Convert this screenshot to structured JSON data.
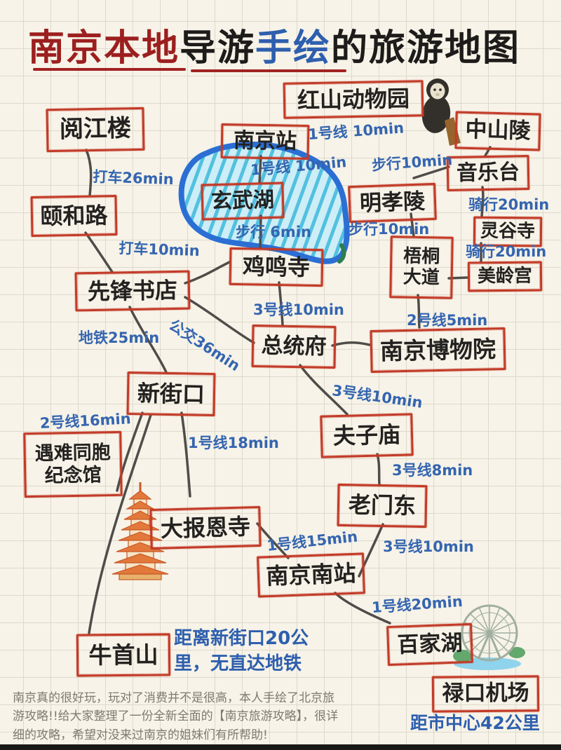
{
  "title": {
    "part1": "南京本地",
    "part2": "导游",
    "part3": "手绘",
    "part4": "的旅游地图"
  },
  "locations": [
    {
      "id": "yuejianglou",
      "label": "阅江楼"
    },
    {
      "id": "nanjing-station",
      "label": "南京站"
    },
    {
      "id": "hongshan-zoo",
      "label": "红山动物园"
    },
    {
      "id": "zhongshanling",
      "label": "中山陵"
    },
    {
      "id": "yinyuetai",
      "label": "音乐台"
    },
    {
      "id": "xuanwuhu",
      "label": "玄武湖"
    },
    {
      "id": "mingxiaoling",
      "label": "明孝陵"
    },
    {
      "id": "linggusi",
      "label": "灵谷寺"
    },
    {
      "id": "wutong-avenue",
      "label": "梧桐\n大道"
    },
    {
      "id": "meilinggong",
      "label": "美龄宫"
    },
    {
      "id": "yihe-road",
      "label": "颐和路"
    },
    {
      "id": "jimingsi",
      "label": "鸡鸣寺"
    },
    {
      "id": "xianfeng-bookstore",
      "label": "先锋书店"
    },
    {
      "id": "zongtongfu",
      "label": "总统府"
    },
    {
      "id": "nanjing-museum",
      "label": "南京博物院"
    },
    {
      "id": "xinjiekou",
      "label": "新街口"
    },
    {
      "id": "memorial-hall",
      "label": "遇难同胞\n纪念馆"
    },
    {
      "id": "fuzimiao",
      "label": "夫子庙"
    },
    {
      "id": "laomendong",
      "label": "老门东"
    },
    {
      "id": "dabaoensi",
      "label": "大报恩寺"
    },
    {
      "id": "nanjing-south-station",
      "label": "南京南站"
    },
    {
      "id": "baijiahu",
      "label": "百家湖"
    },
    {
      "id": "niushoushan",
      "label": "牛首山"
    },
    {
      "id": "lukou-airport",
      "label": "禄口机场"
    }
  ],
  "routes": [
    {
      "text": "1号线 10min",
      "from": "南京站",
      "to": "红山动物园"
    },
    {
      "text": "打车26min",
      "from": "阅江楼",
      "to": "颐和路"
    },
    {
      "text": "1号线 10min",
      "from": "南京站",
      "to": "玄武湖"
    },
    {
      "text": "步行10min",
      "from": "明孝陵",
      "to": "音乐台"
    },
    {
      "text": "骑行20min",
      "from": "音乐台",
      "to": "灵谷寺"
    },
    {
      "text": "步行 6min",
      "from": "玄武湖",
      "to": "鸡鸣寺"
    },
    {
      "text": "步行10min",
      "from": "明孝陵",
      "to": "梧桐大道"
    },
    {
      "text": "骑行20min",
      "from": "灵谷寺",
      "to": "美龄宫"
    },
    {
      "text": "打车10min",
      "from": "颐和路",
      "to": "先锋书店"
    },
    {
      "text": "3号线10min",
      "from": "鸡鸣寺",
      "to": "总统府"
    },
    {
      "text": "公交36min",
      "from": "先锋书店",
      "to": "总统府"
    },
    {
      "text": "2号线5min",
      "from": "梧桐大道",
      "to": "南京博物院"
    },
    {
      "text": "地铁25min",
      "from": "先锋书店",
      "to": "新街口"
    },
    {
      "text": "3号线10min",
      "from": "总统府",
      "to": "夫子庙"
    },
    {
      "text": "2号线16min",
      "from": "新街口",
      "to": "遇难同胞纪念馆"
    },
    {
      "text": "1号线18min",
      "from": "新街口",
      "to": "大报恩寺"
    },
    {
      "text": "3号线8min",
      "from": "夫子庙",
      "to": "老门东"
    },
    {
      "text": "1号线15min",
      "from": "大报恩寺",
      "to": "南京南站"
    },
    {
      "text": "3号线10min",
      "from": "老门东",
      "to": "南京南站"
    },
    {
      "text": "1号线20min",
      "from": "南京南站",
      "to": "百家湖"
    }
  ],
  "notes": {
    "niushoushan": "距离新街口20公\n里，无直达地铁",
    "airport": "距市中心42公里"
  },
  "caption": "南京真的很好玩，玩对了消费并不是很高，本人手绘了北京旅\n游攻略!!给大家整理了一份全新全面的【南京旅游攻略】，很详\n细的攻略，希望对没来过南京的姐妹们有所帮助!",
  "icons": {
    "monkey": "monkey-icon",
    "pagoda": "pagoda-icon",
    "ferris_wheel": "ferris-wheel-icon",
    "lake": "xuanwu-lake-shape"
  },
  "colors": {
    "background": "#f7f3e8",
    "grid": "#ddd9cb",
    "box_border": "#c23b28",
    "title_red": "#9c1f1f",
    "title_blue": "#2e5fae",
    "route_blue": "#3465b0",
    "line_gray": "#4f4d49",
    "lake_outline": "#2b6fd4",
    "lake_fill": "#cdeef6",
    "lake_stripe": "#53c0e0",
    "caption_gray": "#7d7a6e"
  }
}
